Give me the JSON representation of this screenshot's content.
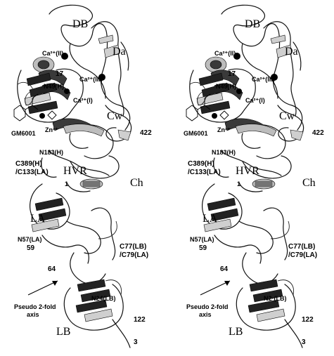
{
  "figure": {
    "panels": [
      {
        "labels": {
          "domain_db": "DB",
          "domain_da": "Da",
          "domain_cw": "Cw",
          "domain_ch": "Ch",
          "domain_la": "LA",
          "domain_lb": "LB",
          "hvr": "HVR",
          "ca_ii": "Ca²⁺(II)",
          "ca_iii": "Ca²⁺(III)",
          "ca_i": "Ca²⁺(I)",
          "zn": "Zn²⁺",
          "gm6001": "GM6001",
          "res_17": "17",
          "n49h": "N49(H)",
          "n183h": "N183(H)",
          "c389h": "C389(H)",
          "c133la": "/C133(LA)",
          "res_1": "1",
          "res_422": "422",
          "n57la": "N57(LA)",
          "res_59": "59",
          "res_64": "64",
          "c77lb": "C77(LB)",
          "c79la": "/C79(LA)",
          "pseudo": "Pseudo 2-fold",
          "axis": "axis",
          "n24lb": "N24(LB)",
          "res_122": "122",
          "res_3": "3"
        }
      },
      {
        "labels": {
          "domain_db": "DB",
          "domain_da": "Da",
          "domain_cw": "Cw",
          "domain_ch": "Ch",
          "domain_la": "LA",
          "domain_lb": "LB",
          "hvr": "HVR",
          "ca_ii": "Ca²⁺(II)",
          "ca_iii": "Ca²⁺(III)",
          "ca_i": "Ca²⁺(I)",
          "zn": "Zn²⁺",
          "gm6001": "GM6001",
          "res_17": "17",
          "n49h": "N49(H)",
          "n183h": "N183(H)",
          "c389h": "C389(H)",
          "c133la": "/C133(LA)",
          "res_1": "1",
          "res_422": "422",
          "n57la": "N57(LA)",
          "res_59": "59",
          "res_64": "64",
          "c77lb": "C77(LB)",
          "c79la": "/C79(LA)",
          "pseudo": "Pseudo 2-fold",
          "axis": "axis",
          "n24lb": "N2·(LB)",
          "res_122": "122",
          "res_3": "3"
        }
      }
    ]
  },
  "style": {
    "ink": "#000000",
    "helix_dark": "#3a3a3a",
    "helix_light": "#bdbdbd",
    "background": "#ffffff"
  }
}
